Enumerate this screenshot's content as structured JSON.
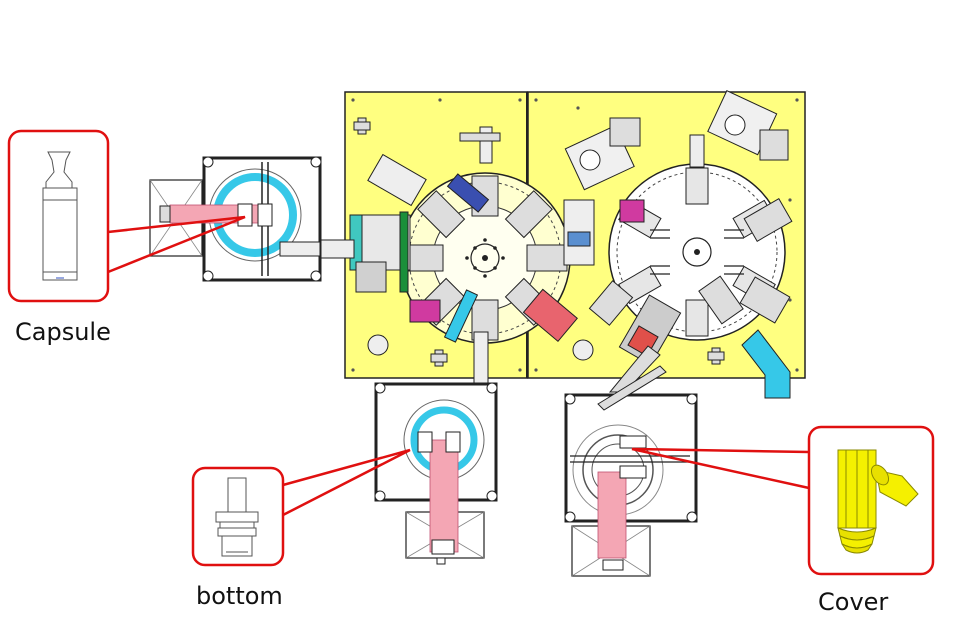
{
  "labels": {
    "capsule": "Capsule",
    "bottom": "bottom",
    "cover": "Cover"
  },
  "colors": {
    "plate": "#ffff80",
    "callout": "#e01010",
    "highlight": "#f4a6b4",
    "cyan": "#36c8e8",
    "part_yellow": "#f5f000",
    "line": "#222222"
  }
}
